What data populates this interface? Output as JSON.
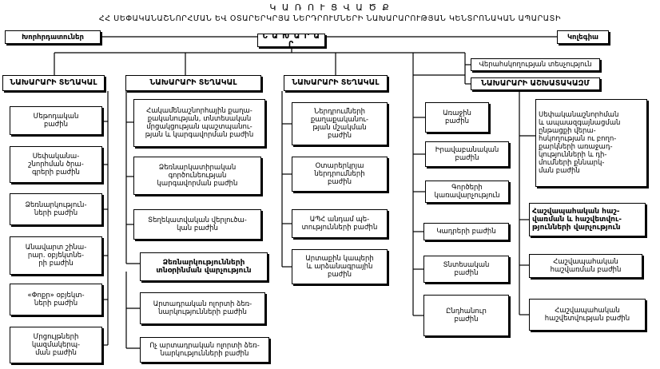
{
  "title": {
    "line1": "Կ Ա Ռ Ո Ւ Ց Վ Ա Ծ Ք",
    "line2": "ՀՀ ՍԵՓԱԿԱՆԱՇՆՈՐՀՄԱՆ ԵՎ ՕՏԱՐԵՐԿՐՅԱ ՆԵՐԴՐՈՒՄՆԵՐԻ ՆԱԽԱՐԱՐՈՒԹՅԱՆ ԿԵՆՏՐՈՆԱԿԱՆ ԱՊԱՐԱՏԻ"
  },
  "top": {
    "advisory": "Խորհրդատուներ",
    "minister": "Ն Ա Խ Ա Ր Ա Ր",
    "collegium": "Կոլեգիա",
    "inspection": "Վերահսկողության տեսչություն",
    "assistant": "ՆԱԽԱՐԱՐԻ ԱՇԽԱՏԱԿԱԶՄ"
  },
  "columns": [
    {
      "header": "ՆԱԽԱՐԱՐԻ ՏԵՂԱԿԱԼ",
      "items": [
        "Մեթոդական\nբաժին",
        "Սեփականա-\nշնորհման ծրա-\nգրերի բաժին",
        "Ձեռնարկություն-\nների բաժին",
        "Անավարտ շինա-\nրար. օբյեկտնե-\nրի բաժին",
        "«Փոքր» օբյեկտ-\nների բաժին",
        "Մրցույթների\nկազմակերպ-\nման բաժին"
      ]
    },
    {
      "header": "ՆԱԽԱՐԱՐԻ ՏԵՂԱԿԱԼ",
      "items": [
        "Հակամենաշնորհային քաղա-\nքականության, տնտեսական\nմրցակցության պաշտպանու-\nթյան և կարգավորման բաժին",
        "Ձեռնարկատիրական\nգործունեության\nկարգավորման բաժին",
        "Տեղեկատվական վերլուծա-\nկան բաժին",
        "Ձեռնարկությունների\nտնօրինման վարչություն",
        "Արտադրական ոլորտի ձեռ-\nնարկությունների բաժին",
        "Ոչ արտադրական ոլորտի ձեռ-\nնարկությունների բաժին"
      ]
    },
    {
      "header": "ՆԱԽԱՐԱՐԻ ՏԵՂԱԿԱԼ",
      "items": [
        "Ներդրումների\nքաղաքականու-\nթյան մշակման\nբաժին",
        "Օտարերկրյա\nներդրումների\nբաժին",
        "ԱՊՀ անդամ պե-\nտությունների բաժին",
        "Արտաքին կապերի\nև արձանագրային\nբաժին"
      ]
    },
    {
      "items": [
        "Առաջին\nբաժին",
        "Իրավաբանական\nբաժին",
        "Գործերի\nկառավարչություն",
        "Կադրերի բաժին",
        "Տնտեսական\nբաժին",
        "Ընդհանուր\nբաժին"
      ]
    },
    {
      "items": [
        "Սեփականաշնորհման\nև ապաազգայնացման\nընթացքի վերա-\nհսկողության ու բողո-\nքարկների առաջադ-\nկությունների և դի-\nմումների քննարկ-\nման բաժին",
        "Հաշվապահական հաշ-\nվառման և հաշվետվու-\nթյունների վարչություն",
        "Հաշվապահական\nհաշվառման բաժին",
        "Հաշվապահական\nհաշվետվության բաժին"
      ]
    }
  ]
}
